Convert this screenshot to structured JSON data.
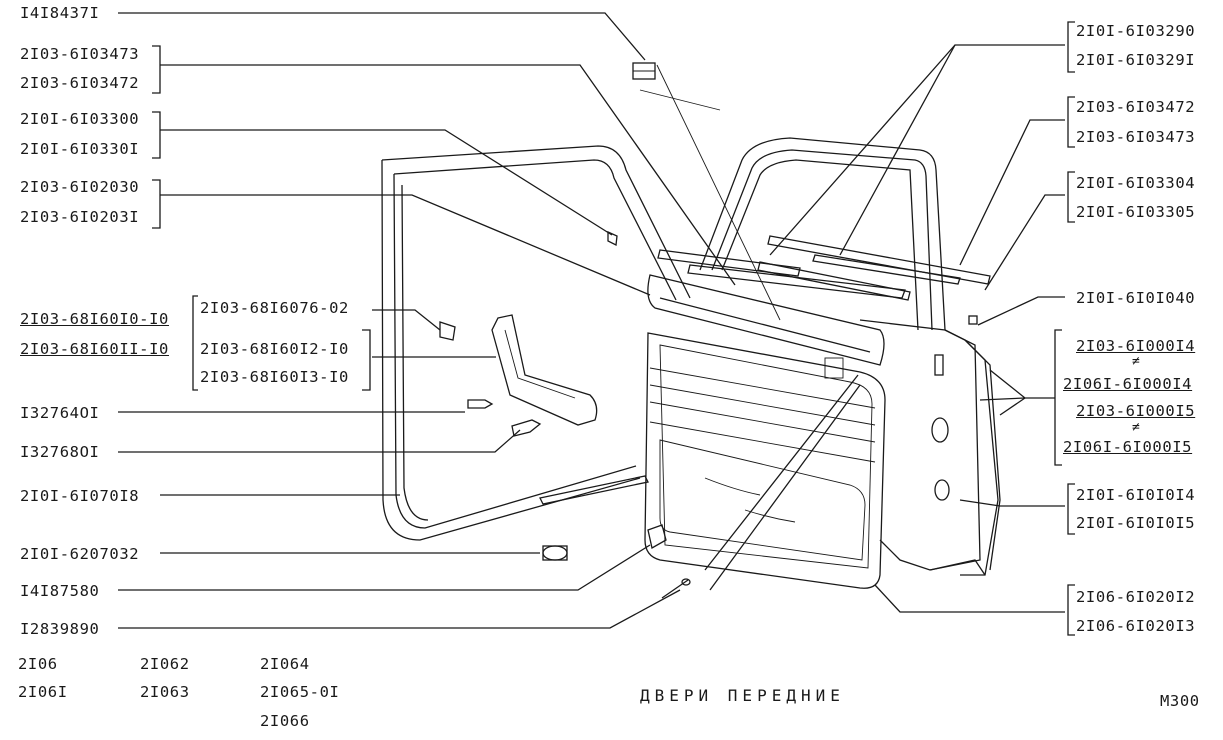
{
  "left_labels": [
    {
      "id": "l1",
      "text": "I4I8437I"
    },
    {
      "id": "l2a",
      "text": "2I03-6I03473"
    },
    {
      "id": "l2b",
      "text": "2I03-6I03472"
    },
    {
      "id": "l3a",
      "text": "2I0I-6I03300"
    },
    {
      "id": "l3b",
      "text": "2I0I-6I0330I"
    },
    {
      "id": "l4a",
      "text": "2I03-6I02030"
    },
    {
      "id": "l4b",
      "text": "2I03-6I0203I"
    },
    {
      "id": "l5a",
      "text": "2I03-68I60I0-I0"
    },
    {
      "id": "l5b",
      "text": "2I03-68I60II-I0"
    },
    {
      "id": "l6",
      "text": "2I03-68I6076-02"
    },
    {
      "id": "l7a",
      "text": "2I03-68I60I2-I0"
    },
    {
      "id": "l7b",
      "text": "2I03-68I60I3-I0"
    },
    {
      "id": "l8",
      "text": "I32764OI"
    },
    {
      "id": "l9",
      "text": "I32768OI"
    },
    {
      "id": "l10",
      "text": "2I0I-6I070I8"
    },
    {
      "id": "l11",
      "text": "2I0I-6207032"
    },
    {
      "id": "l12",
      "text": "I4I87580"
    },
    {
      "id": "l13",
      "text": "I2839890"
    }
  ],
  "right_labels": [
    {
      "id": "r1a",
      "text": "2I0I-6I03290"
    },
    {
      "id": "r1b",
      "text": "2I0I-6I0329I"
    },
    {
      "id": "r2a",
      "text": "2I03-6I03472"
    },
    {
      "id": "r2b",
      "text": "2I03-6I03473"
    },
    {
      "id": "r3a",
      "text": "2I0I-6I03304"
    },
    {
      "id": "r3b",
      "text": "2I0I-6I03305"
    },
    {
      "id": "r4",
      "text": "2I0I-6I0I040"
    },
    {
      "id": "r5a",
      "text": "2I03-6I000I4"
    },
    {
      "id": "r5b",
      "text": "2I06I-6I000I4"
    },
    {
      "id": "r5c",
      "text": "2I03-6I000I5"
    },
    {
      "id": "r5d",
      "text": "2I06I-6I000I5"
    },
    {
      "id": "r6a",
      "text": "2I0I-6I0I0I4"
    },
    {
      "id": "r6b",
      "text": "2I0I-6I0I0I5"
    },
    {
      "id": "r7a",
      "text": "2I06-6I020I2"
    },
    {
      "id": "r7b",
      "text": "2I06-6I020I3"
    }
  ],
  "neq_symbol": "≠",
  "models": [
    "2I06",
    "2I06I",
    "2I062",
    "2I063",
    "2I064",
    "2I065-0I",
    "2I066"
  ],
  "title": "ДВЕРИ ПЕРЕДНИЕ",
  "page_code": "M300"
}
